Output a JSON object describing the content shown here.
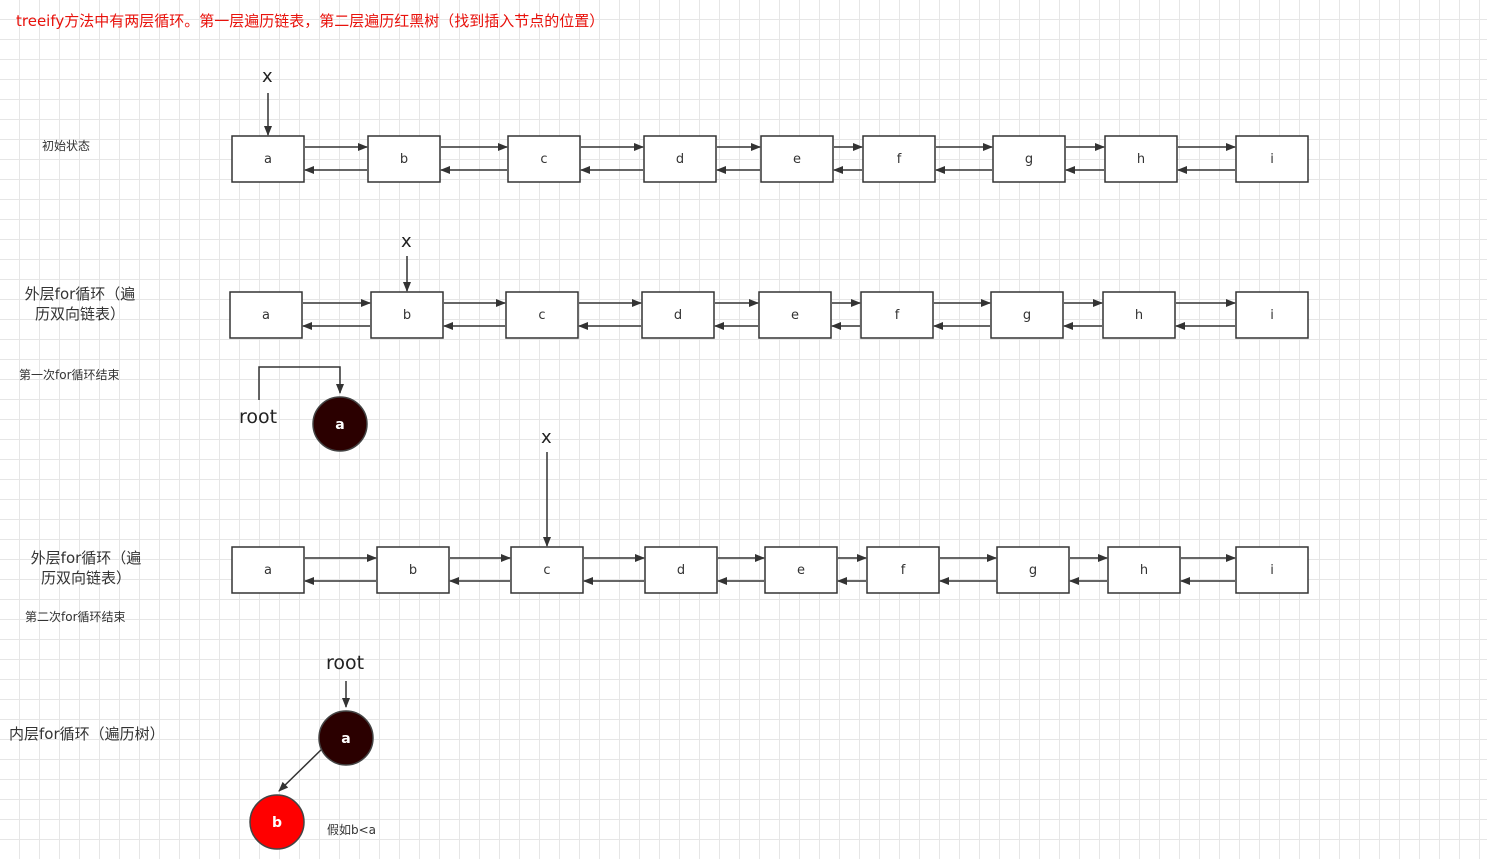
{
  "title": "treeify方法中有两层循环。第一层遍历链表，第二层遍历红黑树（找到插入节点的位置）",
  "node_labels": [
    "a",
    "b",
    "c",
    "d",
    "e",
    "f",
    "g",
    "h",
    "i"
  ],
  "pointer_label": "x",
  "root_label": "root",
  "rows": [
    {
      "label": "初始状态"
    },
    {
      "label_line1": "外层for循环（遍",
      "label_line2": "历双向链表）"
    },
    {
      "label_line1": "外层for循环（遍",
      "label_line2": "历双向链表）"
    }
  ],
  "first_loop_end": "第一次for循环结束",
  "second_loop_end": "第二次for循环结束",
  "inner_loop_label": "内层for循环（遍历树）",
  "tree1": {
    "root_node": "a"
  },
  "tree2": {
    "root_node": "a",
    "child_node": "b",
    "note": "假如b<a"
  },
  "colors": {
    "black_node": "#2b0000",
    "red_node": "#ff0000",
    "title": "#e8120c",
    "stroke": "#333333"
  }
}
